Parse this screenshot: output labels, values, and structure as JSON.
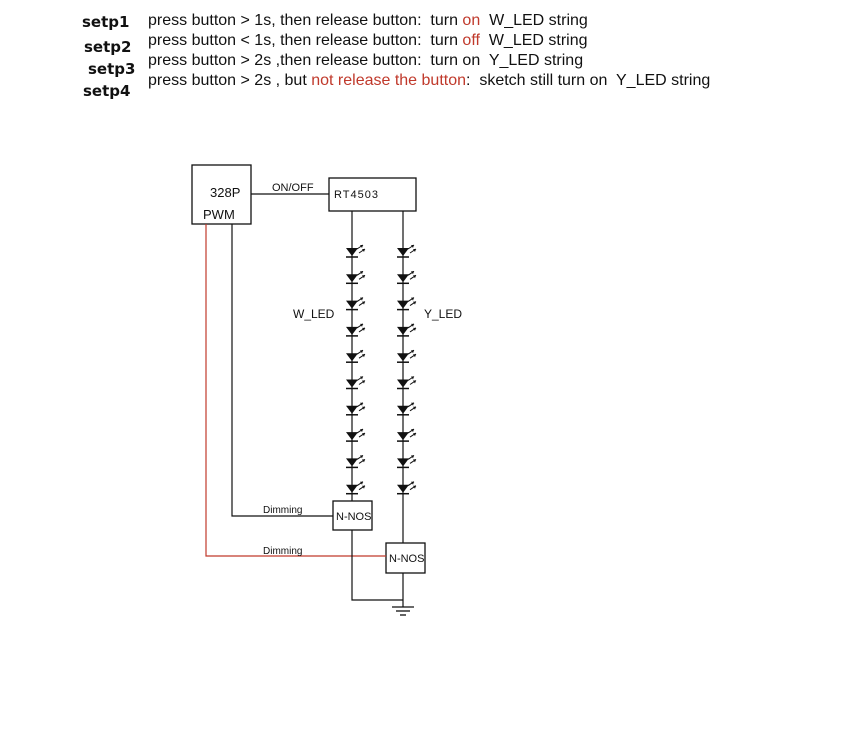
{
  "steps": [
    {
      "label": "setp1",
      "parts": [
        "press button > 1s, then release button:  turn ",
        "on",
        "  W_LED string"
      ]
    },
    {
      "label": "setp2",
      "parts": [
        "press button < 1s, then release button:  turn ",
        "off",
        "  W_LED string"
      ]
    },
    {
      "label": "setp3",
      "parts": [
        "press button > 2s ,then release button:  turn on  Y_LED string"
      ]
    },
    {
      "label": "setp4",
      "parts": [
        "press button > 2s , but ",
        "not release the button",
        ":  sketch still turn on  Y_LED string"
      ]
    }
  ],
  "diagram": {
    "mcu_label": "328P",
    "mcu_pwm_label": "PWM",
    "onoff_label": "ON/OFF",
    "driver_label": "RT4503",
    "w_string_label": "W_LED",
    "y_string_label": "Y_LED",
    "dimming_label_1": "Dimming",
    "dimming_label_2": "Dimming",
    "nmos_1_label": "N-NOS",
    "nmos_2_label": "N-NOS",
    "leds_per_string": 10,
    "wire_color": "#111111",
    "pwm_wire_color": "#c0392b"
  }
}
